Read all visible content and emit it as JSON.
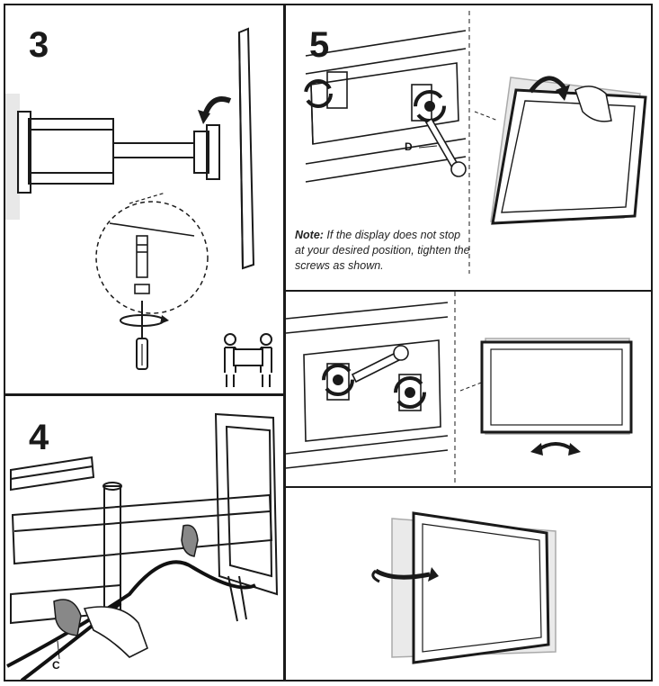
{
  "steps": {
    "step3": {
      "number": "3"
    },
    "step4": {
      "number": "4",
      "callout": "C"
    },
    "step5": {
      "number": "5",
      "callout": "D",
      "note_label": "Note:",
      "note_text": " If the display does not stop at your desired position, tighten the screws as shown."
    }
  }
}
